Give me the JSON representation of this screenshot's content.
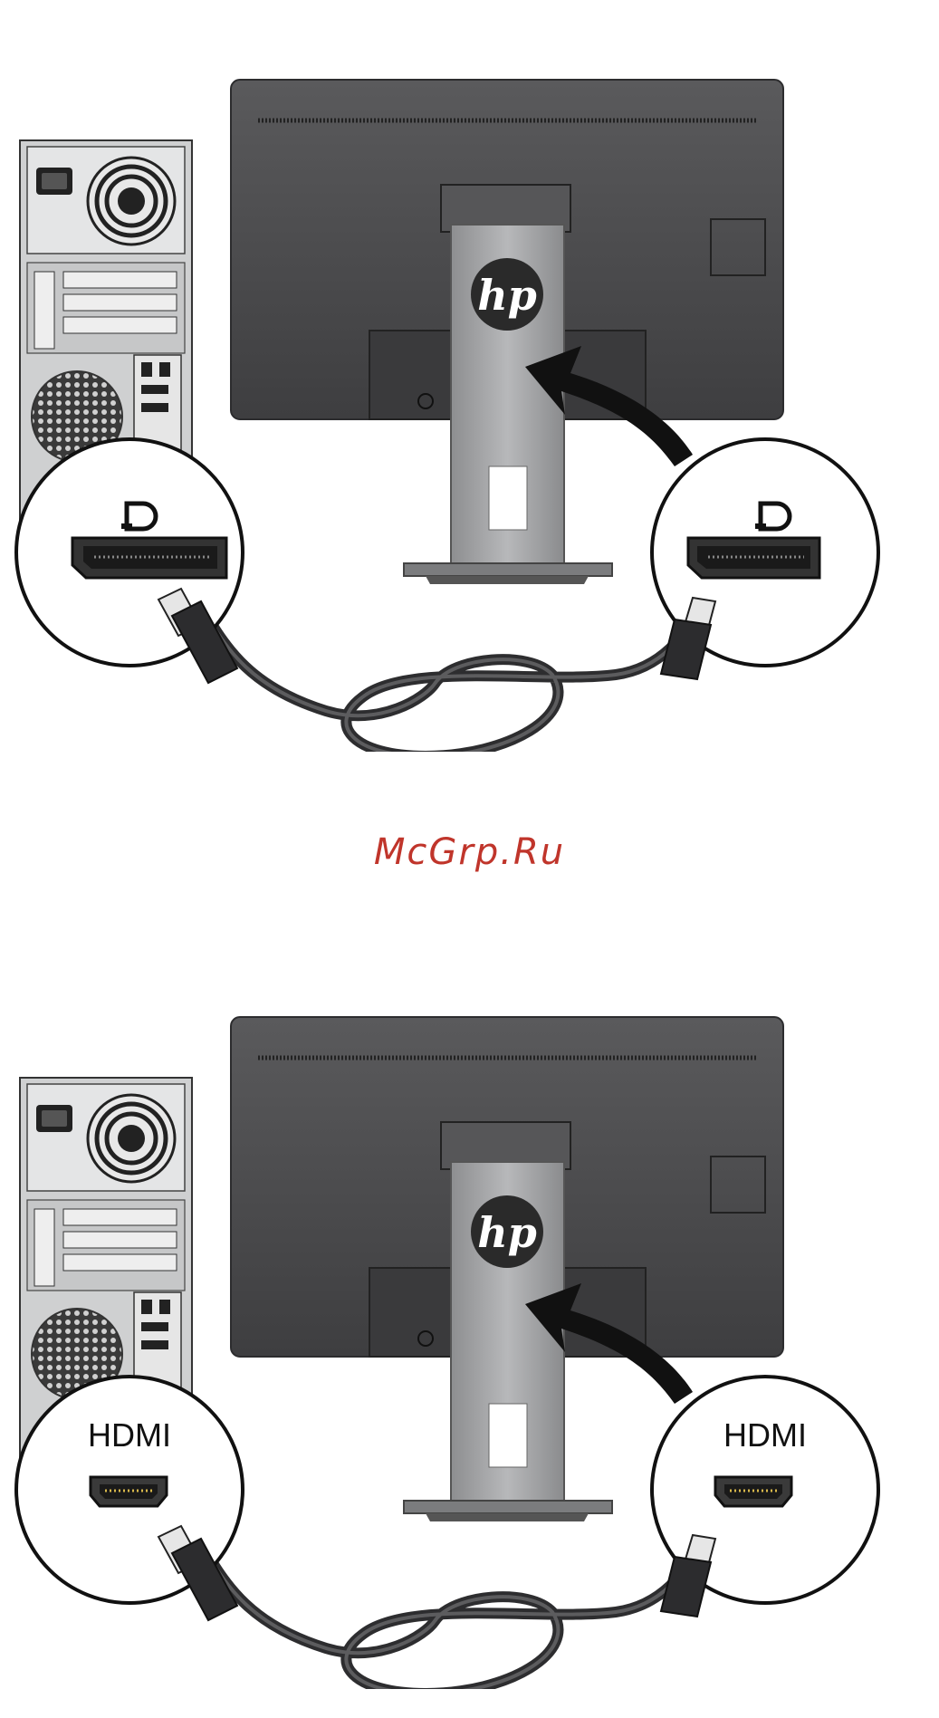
{
  "watermark": {
    "text": "McGrp.Ru",
    "color": "#c0352b"
  },
  "brand_logo_text": "hp",
  "diagrams": [
    {
      "id": "displayport",
      "connector": "displayport-connector-icon",
      "port_label": ""
    },
    {
      "id": "hdmi",
      "connector": "hdmi-connector-icon",
      "port_label": "HDMI"
    }
  ],
  "colors": {
    "monitor_body": "#4a4a4c",
    "stand": "#a9aaac",
    "tower": "#d9dadb",
    "cable": "#3a3a3c",
    "arrow": "#111111"
  }
}
